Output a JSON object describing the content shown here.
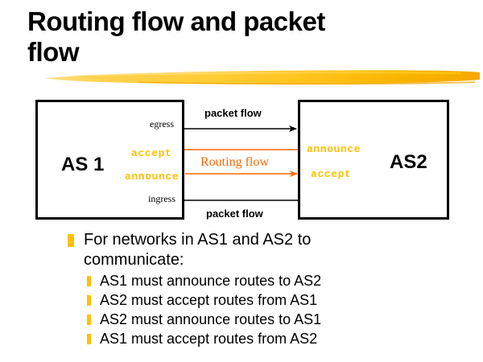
{
  "slide": {
    "title": "Routing flow and packet\nflow"
  },
  "colors": {
    "accent_gold": "#ffc000",
    "routing_orange": "#ff6600",
    "brush_light": "#ffd24d",
    "brush_dark": "#f5a800",
    "text": "#000000",
    "background": "#ffffff"
  },
  "diagram": {
    "left_box": {
      "label": "AS 1",
      "egress_port": "egress",
      "ingress_port": "ingress",
      "accept": "accept",
      "announce": "announce"
    },
    "right_box": {
      "label": "AS2",
      "announce": "announce",
      "accept": "accept"
    },
    "flows": {
      "packet_flow_top": "packet flow",
      "packet_flow_bottom": "packet flow",
      "routing_flow": "Routing flow"
    }
  },
  "bullets": {
    "level1": "For networks in AS1 and AS2 to communicate:",
    "level2": [
      "AS1 must announce routes to AS2",
      "AS2 must accept routes from AS1",
      "AS2 must announce routes to AS1",
      "AS1 must accept routes from AS2"
    ]
  }
}
